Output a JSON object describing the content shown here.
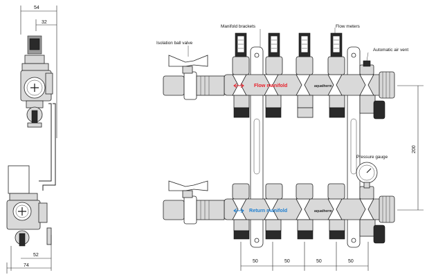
{
  "side_view": {
    "dim_top_outer": "54",
    "dim_top_inner": "32",
    "dim_bottom_inner": "52",
    "dim_bottom_outer": "74"
  },
  "labels": {
    "manifold_brackets": "Manifold brackets",
    "flow_meters": "Flow meters",
    "isolation_ball_valve": "Isolation ball valve",
    "automatic_air_vent": "Automatic air vent",
    "pressure_gauge": "Pressure gauge",
    "flow_manifold": "Flow manifold",
    "return_manifold": "Return manifold",
    "brand_top": "aquatherm",
    "brand_bottom": "aquatherm"
  },
  "dimensions": {
    "height": "200",
    "spacing": [
      "50",
      "50",
      "50",
      "50"
    ]
  },
  "colors": {
    "flow": "#e8202a",
    "return": "#1e7fd0",
    "metal": "#d9d9d9",
    "outline": "#222222"
  }
}
